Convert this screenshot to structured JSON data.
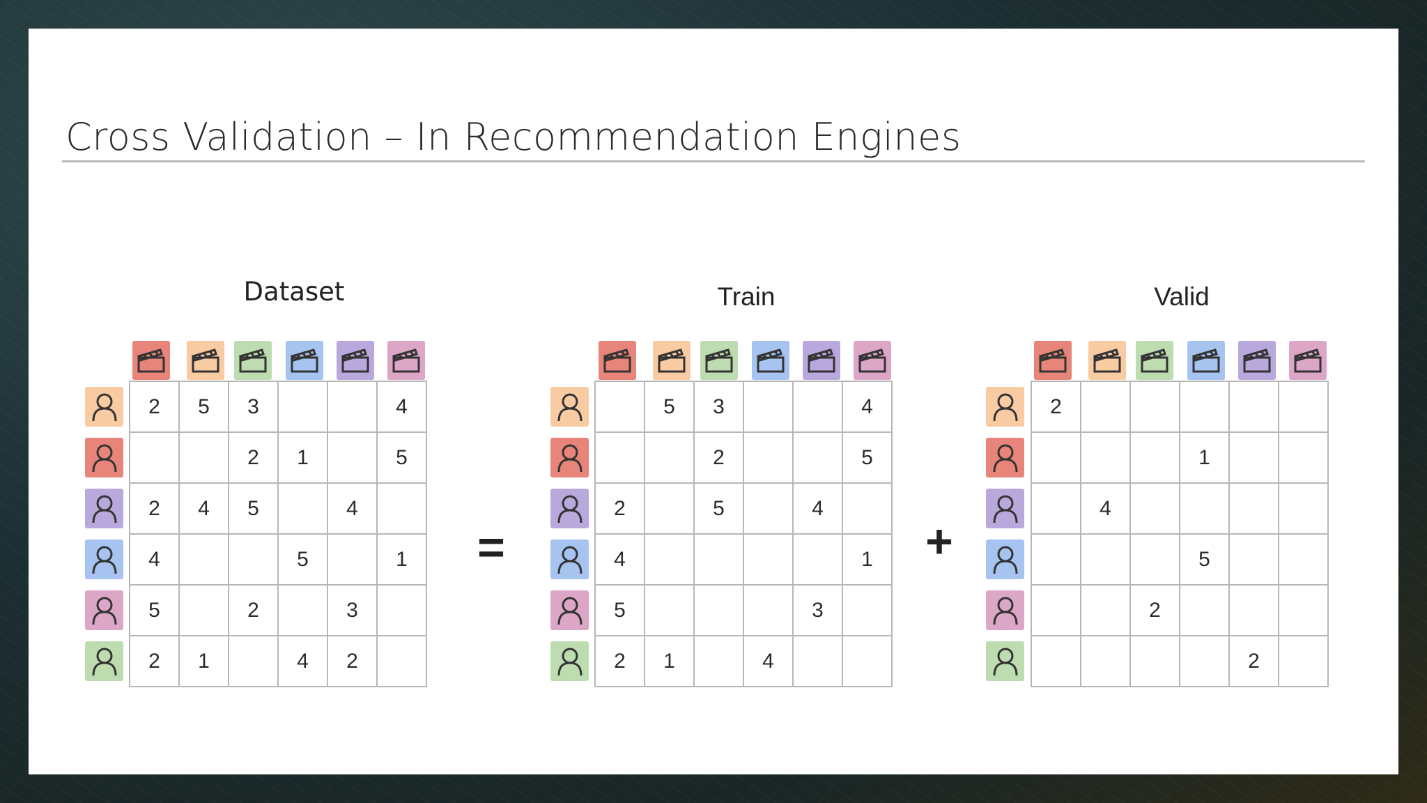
{
  "slide": {
    "title": "Cross Validation – In Recommendation Engines"
  },
  "colors": {
    "red": "#e8857a",
    "orange": "#f8cba3",
    "green": "#bddcb0",
    "blue": "#a6c4ef",
    "purple": "#b9a8dc",
    "pink": "#dca7c7"
  },
  "icons": {
    "movie": "clapperboard-icon",
    "user": "user-icon"
  },
  "movie_colors": [
    "red",
    "orange",
    "green",
    "blue",
    "purple",
    "pink"
  ],
  "user_colors": [
    "orange",
    "red",
    "purple",
    "blue",
    "pink",
    "green"
  ],
  "operators": {
    "equals": "=",
    "plus": "+"
  },
  "panels": {
    "dataset": {
      "label": "Dataset",
      "rows": [
        [
          "2",
          "5",
          "3",
          "",
          "",
          "4"
        ],
        [
          "",
          "",
          "2",
          "1",
          "",
          "5"
        ],
        [
          "2",
          "4",
          "5",
          "",
          "4",
          ""
        ],
        [
          "4",
          "",
          "",
          "5",
          "",
          "1"
        ],
        [
          "5",
          "",
          "2",
          "",
          "3",
          ""
        ],
        [
          "2",
          "1",
          "",
          "4",
          "2",
          ""
        ]
      ]
    },
    "train": {
      "label": "Train",
      "rows": [
        [
          "",
          "5",
          "3",
          "",
          "",
          "4"
        ],
        [
          "",
          "",
          "2",
          "",
          "",
          "5"
        ],
        [
          "2",
          "",
          "5",
          "",
          "4",
          ""
        ],
        [
          "4",
          "",
          "",
          "",
          "",
          "1"
        ],
        [
          "5",
          "",
          "",
          "",
          "3",
          ""
        ],
        [
          "2",
          "1",
          "",
          "4",
          "",
          ""
        ]
      ]
    },
    "valid": {
      "label": "Valid",
      "rows": [
        [
          "2",
          "",
          "",
          "",
          "",
          ""
        ],
        [
          "",
          "",
          "",
          "1",
          "",
          ""
        ],
        [
          "",
          "4",
          "",
          "",
          "",
          ""
        ],
        [
          "",
          "",
          "",
          "5",
          "",
          ""
        ],
        [
          "",
          "",
          "2",
          "",
          "",
          ""
        ],
        [
          "",
          "",
          "",
          "",
          "2",
          ""
        ]
      ]
    }
  }
}
